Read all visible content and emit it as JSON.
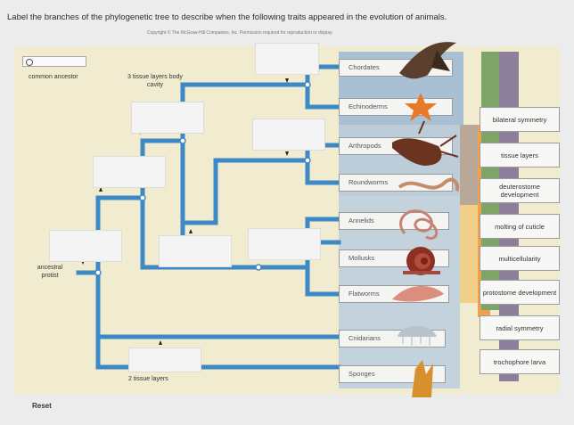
{
  "instructions": "Label the branches of the phylogenetic tree to describe when the following traits appeared in the evolution of animals.",
  "copyright": "Copyright © The McGraw-Hill Companies, Inc. Permission required for reproduction or display.",
  "tree_labels": {
    "common_ancestor": "common ancestor",
    "ancestral_protist": "ancestral protist",
    "three_tissue_layers": "3 tissue layers body cavity",
    "two_tissue_layers": "2 tissue layers"
  },
  "taxa": [
    "Chordates",
    "Echinoderms",
    "Arthropods",
    "Roundworms",
    "Annelids",
    "Mollusks",
    "Flatworms",
    "Cnidarians",
    "Sponges"
  ],
  "traits": [
    "bilateral symmetry",
    "tissue layers",
    "deuterostome development",
    "molting of cuticle",
    "multicellularity",
    "protostome development",
    "radial symmetry",
    "trochophore larva"
  ],
  "reset_label": "Reset",
  "icons": [
    "bird-icon",
    "starfish-icon",
    "lobster-icon",
    "roundworm-icon",
    "earthworm-icon",
    "snail-icon",
    "flatworm-icon",
    "jellyfish-icon",
    "sponge-icon"
  ],
  "colors": {
    "branch": "#3d88c7",
    "panel": "#f1ebcf",
    "band_bilateral": "#7ea467",
    "band_tissue": "#8c7f9a",
    "band_orange": "#f1a04e",
    "band_yellow": "#f0cf88",
    "band_blue": "#a9c0d4"
  }
}
